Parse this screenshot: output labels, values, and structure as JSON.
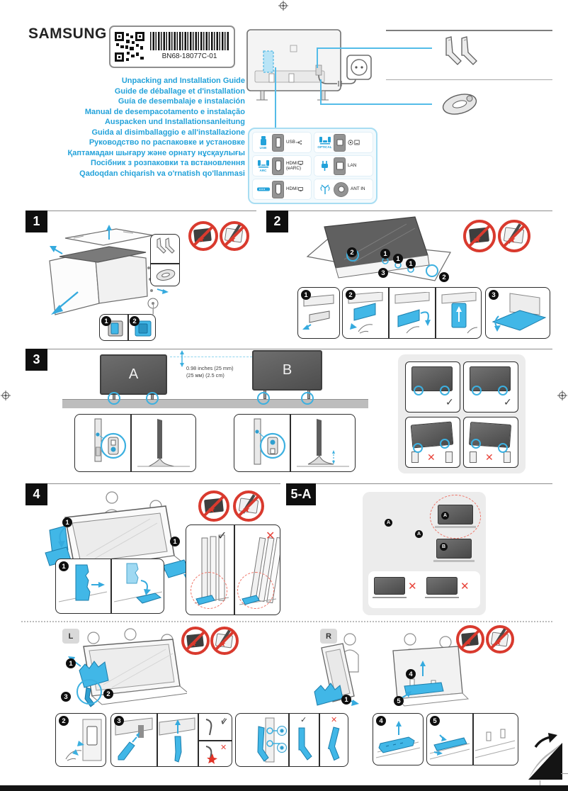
{
  "header": {
    "brand": "SAMSUNG",
    "part_number": "BN68-18077C-01",
    "titles": [
      "Unpacking and Installation Guide",
      "Guide de déballage et d'installation",
      "Guía de desembalaje e instalación",
      "Manual de desempacotamento e instalação",
      "Auspacken und Installationsanleitung",
      "Guida al disimballaggio e all'installazione",
      "Руководство по распаковке и установке",
      "Қаптамадан шығару және орнату нұсқаулығы",
      "Посібник з розпаковки та встановлення",
      "Qadoqdan chiqarish va o'rnatish qo'llanmasi"
    ]
  },
  "ports": {
    "usb_caption": "USB",
    "usb_label": "USB",
    "arc_caption": "ARC",
    "optical_caption": "OPTICAL",
    "hdmi_earc_label": "HDMI",
    "hdmi_earc_sub": "(eARC)",
    "hdmi_label": "HDMI",
    "lan_label": "LAN",
    "ant_label": "ANT IN"
  },
  "sections": {
    "one": "1",
    "two": "2",
    "three": "3",
    "four": "4",
    "five": "5-A"
  },
  "steps": {
    "s1": "1",
    "s2": "2",
    "s3": "3",
    "s4": "4",
    "s5": "5"
  },
  "tvs": {
    "a": "A",
    "b": "B"
  },
  "measure": {
    "line1": "0.98 inches (25 mm)",
    "line2": "(25 мм) (2.5 cm)"
  },
  "carry": {
    "left": "L",
    "right": "R"
  },
  "marks": {
    "check": "✓",
    "cross": "✕"
  }
}
